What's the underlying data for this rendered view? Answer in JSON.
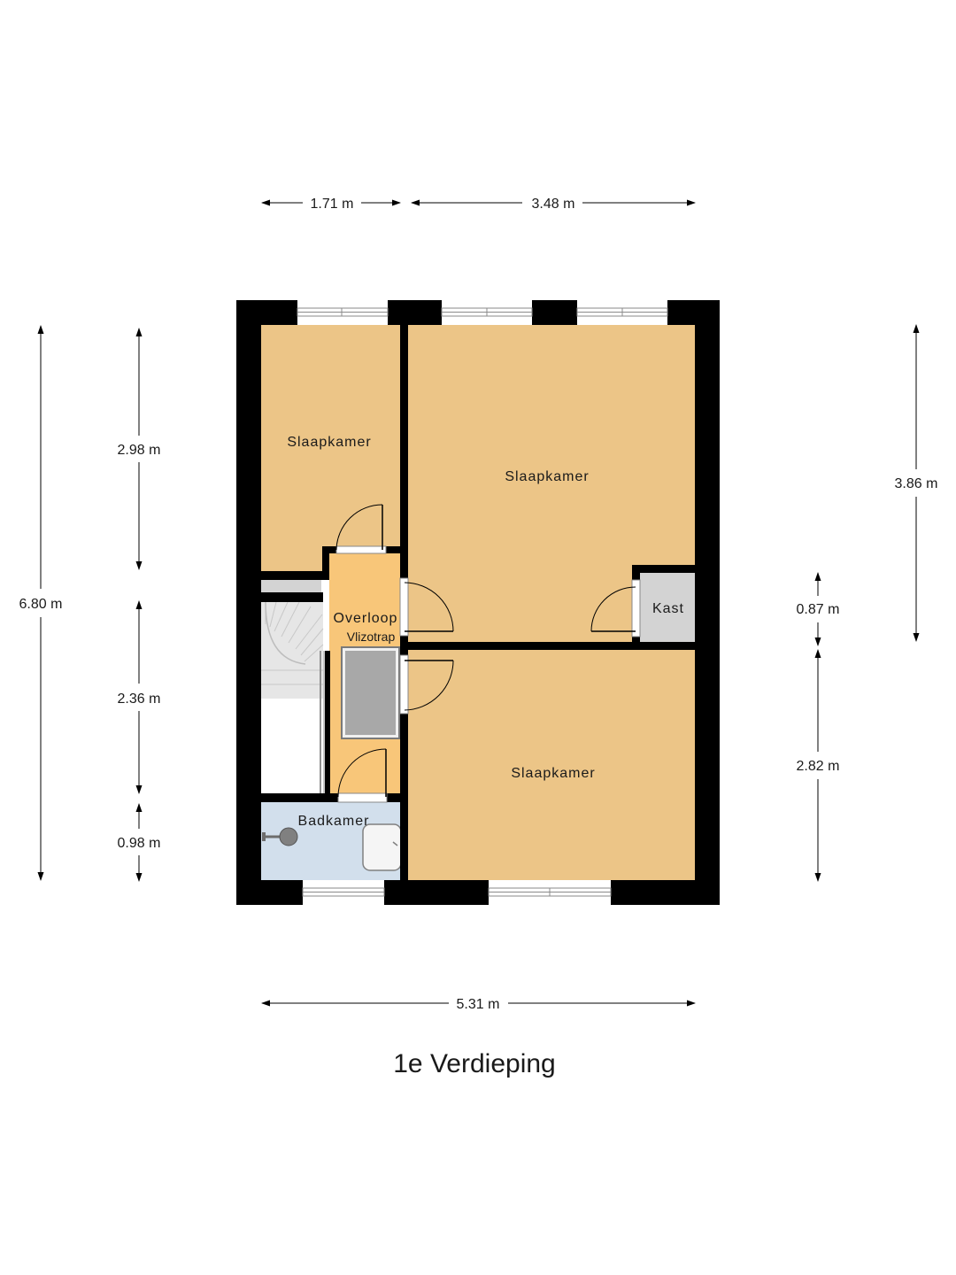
{
  "title": "1e Verdieping",
  "rooms": {
    "bedroom_nw": "Slaapkamer",
    "bedroom_ne": "Slaapkamer",
    "bedroom_se": "Slaapkamer",
    "landing": "Overloop",
    "attic_ladder": "Vlizotrap",
    "closet": "Kast",
    "bathroom": "Badkamer"
  },
  "dimensions": {
    "top_left": "1.71 m",
    "top_right": "3.48 m",
    "bottom_total": "5.31 m",
    "left_total": "6.80 m",
    "left_upper": "2.98 m",
    "left_middle": "2.36 m",
    "left_lower": "0.98 m",
    "right_upper": "3.86 m",
    "right_middle": "0.87 m",
    "right_lower": "2.82 m"
  },
  "colors": {
    "wall": "#000000",
    "bedroom": "#ECC587",
    "landing": "#F8C679",
    "bathroom": "#D2DFEC",
    "closet": "#D3D3D3",
    "stairs": "#E6E6E6",
    "hatch": "#A8A8A8"
  }
}
